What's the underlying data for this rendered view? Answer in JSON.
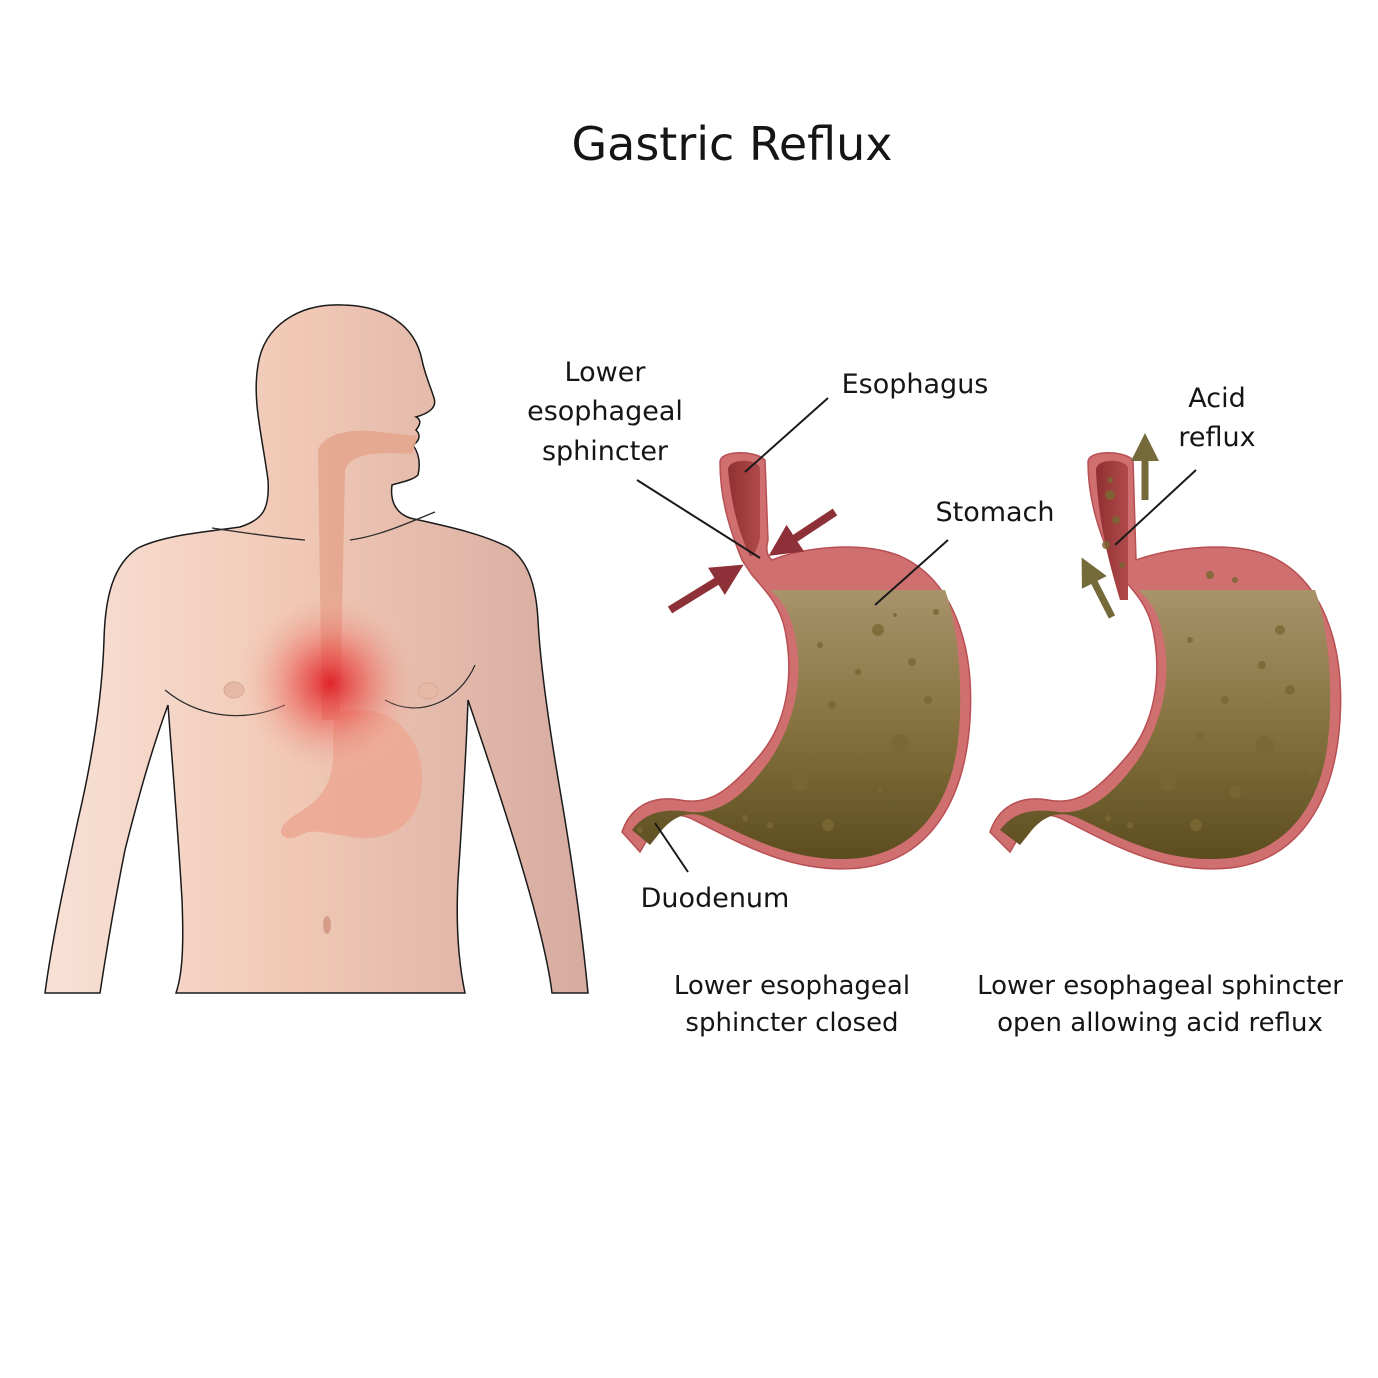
{
  "title": "Gastric Reflux",
  "labels": {
    "les_line1": "Lower",
    "les_line2": "esophageal",
    "les_line3": "sphincter",
    "esophagus": "Esophagus",
    "stomach": "Stomach",
    "duodenum": "Duodenum",
    "acid_line1": "Acid",
    "acid_line2": "reflux"
  },
  "captions": {
    "closed_line1": "Lower esophageal",
    "closed_line2": "sphincter closed",
    "open_line1": "Lower esophageal sphincter",
    "open_line2": "open allowing acid reflux"
  },
  "colors": {
    "skin_light": "#f7ddd1",
    "skin_dark": "#d8afa3",
    "pain": "#e0202a",
    "stomach_wall": "#cf6f6f",
    "stomach_wall_dark": "#b84f52",
    "esophagus_fill": "#9e3a3c",
    "contents_top": "#a6916a",
    "contents_bottom": "#5f4f22",
    "bubble": "#7d6a33",
    "arrow_sphincter": "#8e3038",
    "arrow_reflux": "#756a3a"
  }
}
